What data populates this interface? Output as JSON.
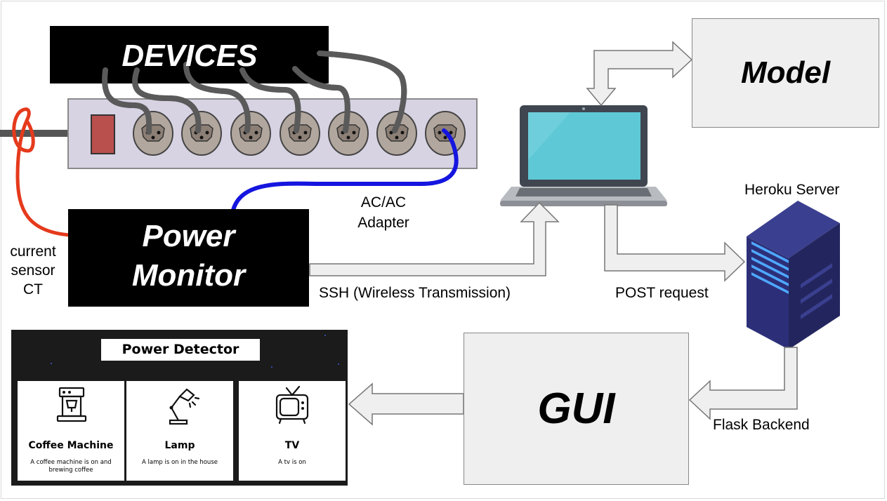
{
  "devices_label": "DEVICES",
  "power_monitor": {
    "line1": "Power",
    "line2": "Monitor"
  },
  "model_label": "Model",
  "gui_label": "GUI",
  "current_sensor": {
    "line1": "current",
    "line2": "sensor",
    "line3": "CT"
  },
  "adapter": {
    "line1": "AC/AC",
    "line2": "Adapter"
  },
  "ssh_label": "SSH (Wireless Transmission)",
  "post_label": "POST request",
  "heroku_label": "Heroku Server",
  "flask_label": "Flask Backend",
  "gui_screenshot": {
    "title": "Power Detector",
    "cards": [
      {
        "name": "Coffee Machine",
        "desc": "A coffee machine is on and brewing coffee",
        "icon": "coffee-machine-icon"
      },
      {
        "name": "Lamp",
        "desc": "A lamp is on in the house",
        "icon": "lamp-icon"
      },
      {
        "name": "TV",
        "desc": "A tv is on",
        "icon": "tv-icon"
      }
    ]
  },
  "colors": {
    "ct_wire": "#e53a1c",
    "adapter_wire": "#1515e0",
    "device_cords": "#5a5a5a",
    "laptop_screen": "#5fc8d6",
    "server": "#2c2f78",
    "server_lights": "#4ea8ff",
    "arrow_fill": "#efefef",
    "arrow_stroke": "#777777"
  }
}
